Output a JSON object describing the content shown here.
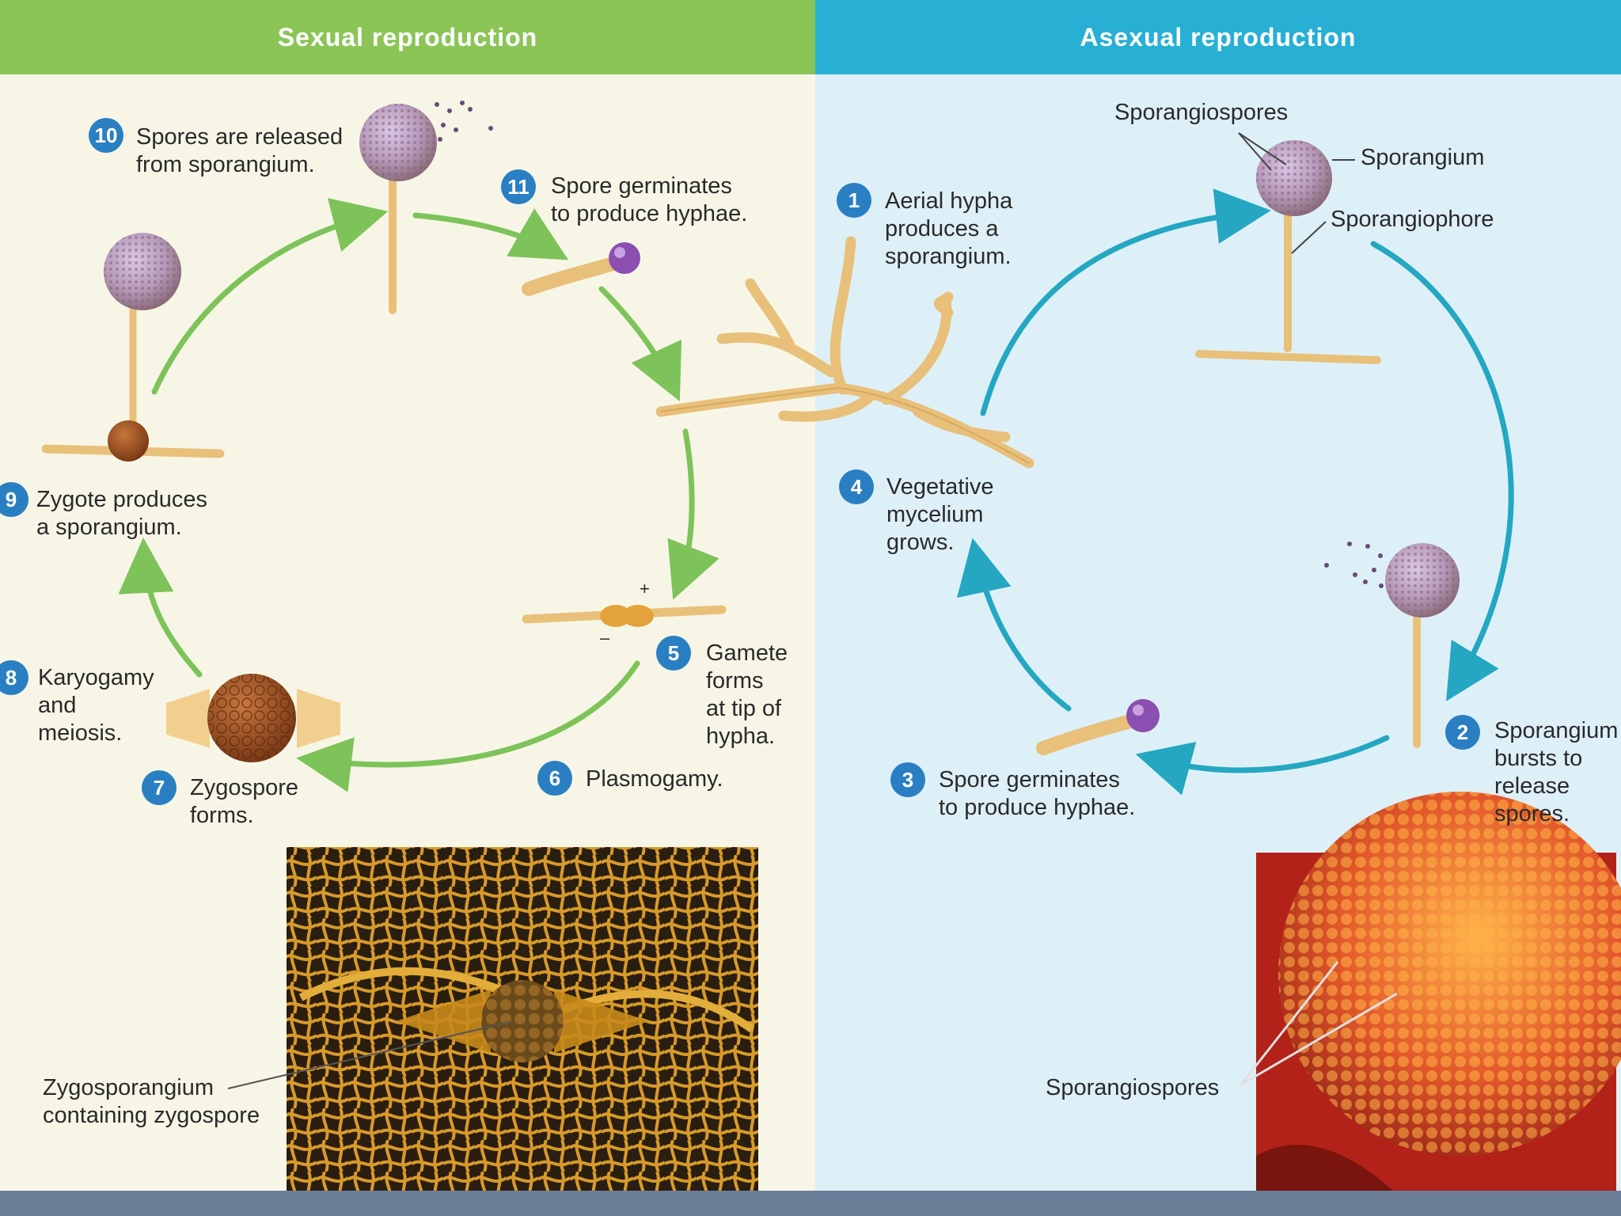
{
  "headers": {
    "sexual": "Sexual reproduction",
    "asexual": "Asexual reproduction"
  },
  "colors": {
    "sexual_header": "#8bc557",
    "asexual_header": "#27afd4",
    "sexual_arrow": "#7dc35a",
    "asexual_arrow": "#25a7c2",
    "step_badge": "#2a7fc2"
  },
  "steps": [
    {
      "n": "1",
      "text": "Aerial hypha\nproduces a\nsporangium."
    },
    {
      "n": "2",
      "text": "Sporangium\nbursts to\nrelease\nspores."
    },
    {
      "n": "3",
      "text": "Spore germinates\nto produce hyphae."
    },
    {
      "n": "4",
      "text": "Vegetative\nmycelium\ngrows."
    },
    {
      "n": "5",
      "text": "Gamete\nforms\nat tip of\nhypha."
    },
    {
      "n": "6",
      "text": "Plasmogamy."
    },
    {
      "n": "7",
      "text": "Zygospore\nforms."
    },
    {
      "n": "8",
      "text": "Karyogamy\nand\nmeiosis."
    },
    {
      "n": "9",
      "text": "Zygote produces\na sporangium."
    },
    {
      "n": "10",
      "text": "Spores are released\nfrom sporangium."
    },
    {
      "n": "11",
      "text": "Spore germinates\nto produce hyphae."
    }
  ],
  "labels": {
    "sporangiospores_top": "Sporangiospores",
    "sporangium": "Sporangium",
    "sporangiophore": "Sporangiophore",
    "plus": "+",
    "minus": "–",
    "zygosporangium": "Zygosporangium\ncontaining zygospore",
    "sporangiospores_photo": "Sporangiospores"
  }
}
